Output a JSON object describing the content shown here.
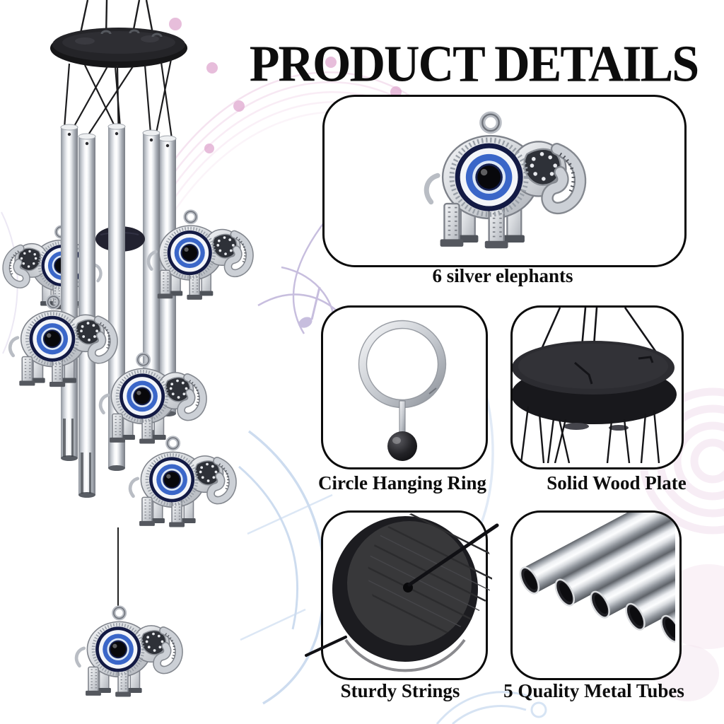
{
  "title": "PRODUCT DETAILS",
  "panels": [
    {
      "name": "silver-elephant-charm",
      "caption": "6 silver elephants"
    },
    {
      "name": "circle-hanging-ring",
      "caption": "Circle Hanging Ring"
    },
    {
      "name": "solid-wood-plate",
      "caption": "Solid Wood Plate"
    },
    {
      "name": "sturdy-strings",
      "caption": "Sturdy Strings"
    },
    {
      "name": "quality-metal-tubes",
      "caption": "5 Quality Metal Tubes"
    }
  ],
  "photo": {
    "name": "evil-eye-elephant-wind-chime-photo"
  },
  "colors": {
    "background": "#ffffff",
    "text": "#0d0d0d",
    "panel_border": "#0b0b0b",
    "evil_eye_blue": "#3a66c8",
    "evil_eye_navy": "#131a44",
    "silver": "#c9cdd3",
    "wood_black": "#1c1c20",
    "deco_pink": "#e9c2dd",
    "deco_purple": "#a393c9",
    "deco_blue": "#c8d9ee"
  }
}
